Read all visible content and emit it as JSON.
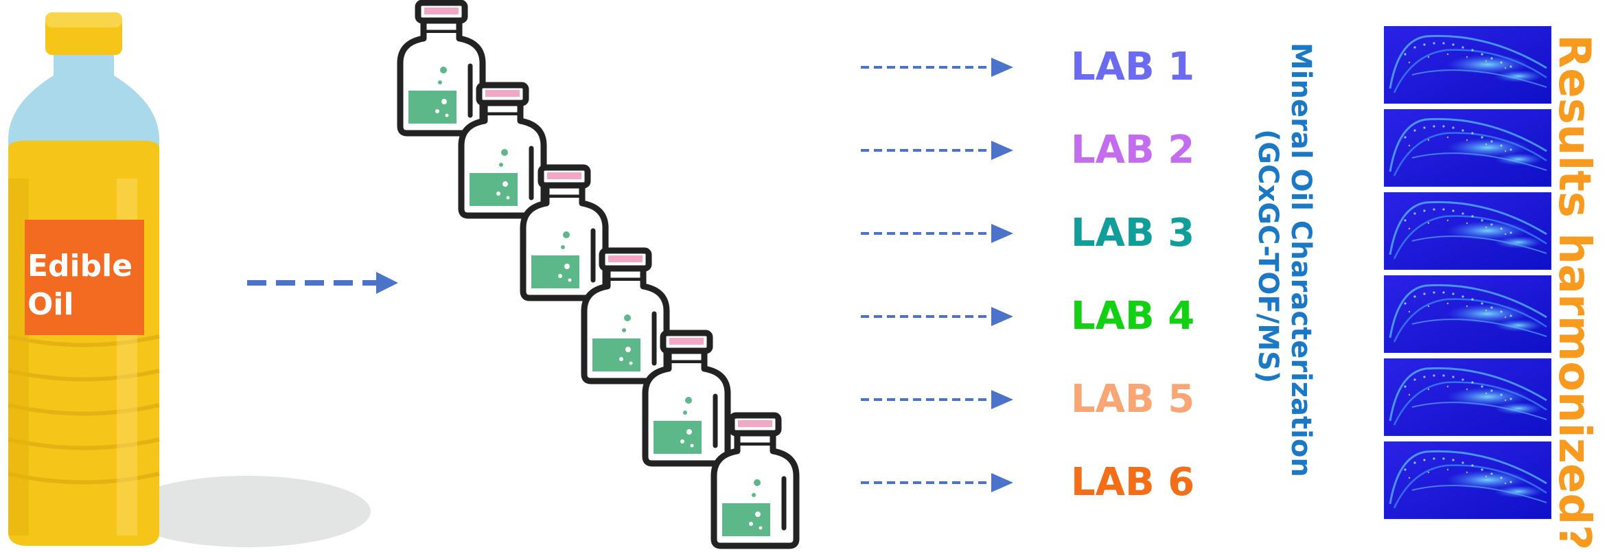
{
  "bottle": {
    "label_line1": "Edible",
    "label_line2": "Oil"
  },
  "labs": [
    {
      "label": "LAB 1",
      "color": "#6b6bf2"
    },
    {
      "label": "LAB 2",
      "color": "#c46cf0"
    },
    {
      "label": "LAB 3",
      "color": "#0f9e9a"
    },
    {
      "label": "LAB 4",
      "color": "#12d012"
    },
    {
      "label": "LAB 5",
      "color": "#f9a574"
    },
    {
      "label": "LAB 6",
      "color": "#f36e17"
    }
  ],
  "method": {
    "line1": "Mineral Oil Characterization",
    "line2": "(GCxGC-TOF/MS)",
    "color": "#1a78c4"
  },
  "question": {
    "text": "Results harmonized?",
    "color": "#f79a1e"
  },
  "colors": {
    "arrow": "#4a73c9",
    "jar_outline": "#222222",
    "jar_liquid": "#5cb888",
    "jar_cap": "#f2a8c4",
    "bottle_oil": "#f5c518",
    "bottle_neck": "#a9d9ea",
    "bottle_label": "#f26b21",
    "chromatogram_bg": "#1a1ae0"
  },
  "icons": [
    "edible-oil-bottle-icon",
    "sample-jar-icon",
    "chromatogram-image"
  ]
}
